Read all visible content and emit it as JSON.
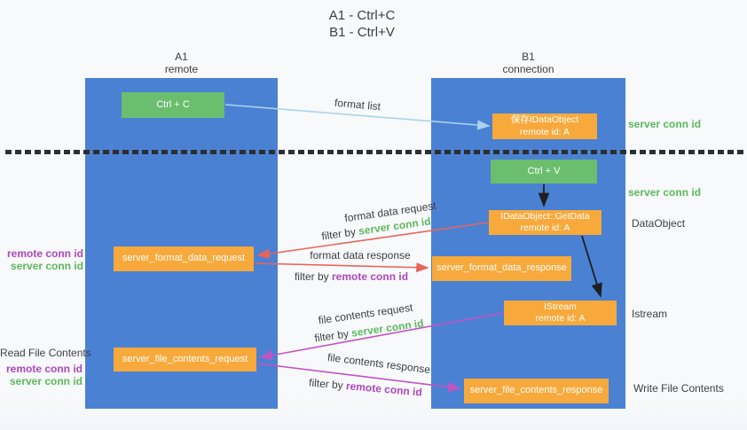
{
  "title": {
    "line1": "A1 - Ctrl+C",
    "line2": "B1 - Ctrl+V"
  },
  "lanes": {
    "left": {
      "name": "A1",
      "role": "remote"
    },
    "right": {
      "name": "B1",
      "role": "connection"
    }
  },
  "nodes": {
    "ctrl_c": {
      "label": "Ctrl + C"
    },
    "save_idataobject": {
      "line1": "保存IDataObject",
      "line2": "remote id: A"
    },
    "ctrl_v": {
      "label": "Ctrl + V"
    },
    "getdata": {
      "line1": "IDataObject::GetData",
      "line2": "remote id: A"
    },
    "istream": {
      "line1": "IStream",
      "line2": "remote id: A"
    },
    "server_format_data_request": {
      "label": "server_format_data_request"
    },
    "server_format_data_response": {
      "label": "server_format_data_response"
    },
    "server_file_contents_request": {
      "label": "server_file_contents_request"
    },
    "server_file_contents_response": {
      "label": "server_file_contents_response"
    }
  },
  "arrow_labels": {
    "format_list": "format list",
    "format_data_request": "format data request",
    "format_data_response": "format data response",
    "file_contents_request": "file contents request",
    "file_contents_response": "file contents response",
    "filter_by": "filter by",
    "server_conn_id": "server conn id",
    "remote_conn_id": "remote conn id"
  },
  "side_labels": {
    "server_conn_id_1": "server conn id",
    "server_conn_id_2": "server conn id",
    "dataobject": "DataObject",
    "istream": "Istream",
    "read_file_contents": "Read File Contents",
    "write_file_contents": "Write File Contents",
    "remote_conn_id": "remote conn id",
    "server_conn_id": "server conn id"
  },
  "colors": {
    "lane_blue": "#4a81d3",
    "node_green": "#6abe6e",
    "node_orange": "#f7a93b",
    "keyword_green": "#5cb85c",
    "keyword_purple": "#ab47bc",
    "arrow_red": "#e8655a",
    "arrow_magenta": "#c353c3",
    "arrow_lightblue": "#a9d3ee",
    "arrow_black": "#1f1f1f",
    "text_dark": "#3c4043",
    "background": "#f8f9fa"
  }
}
